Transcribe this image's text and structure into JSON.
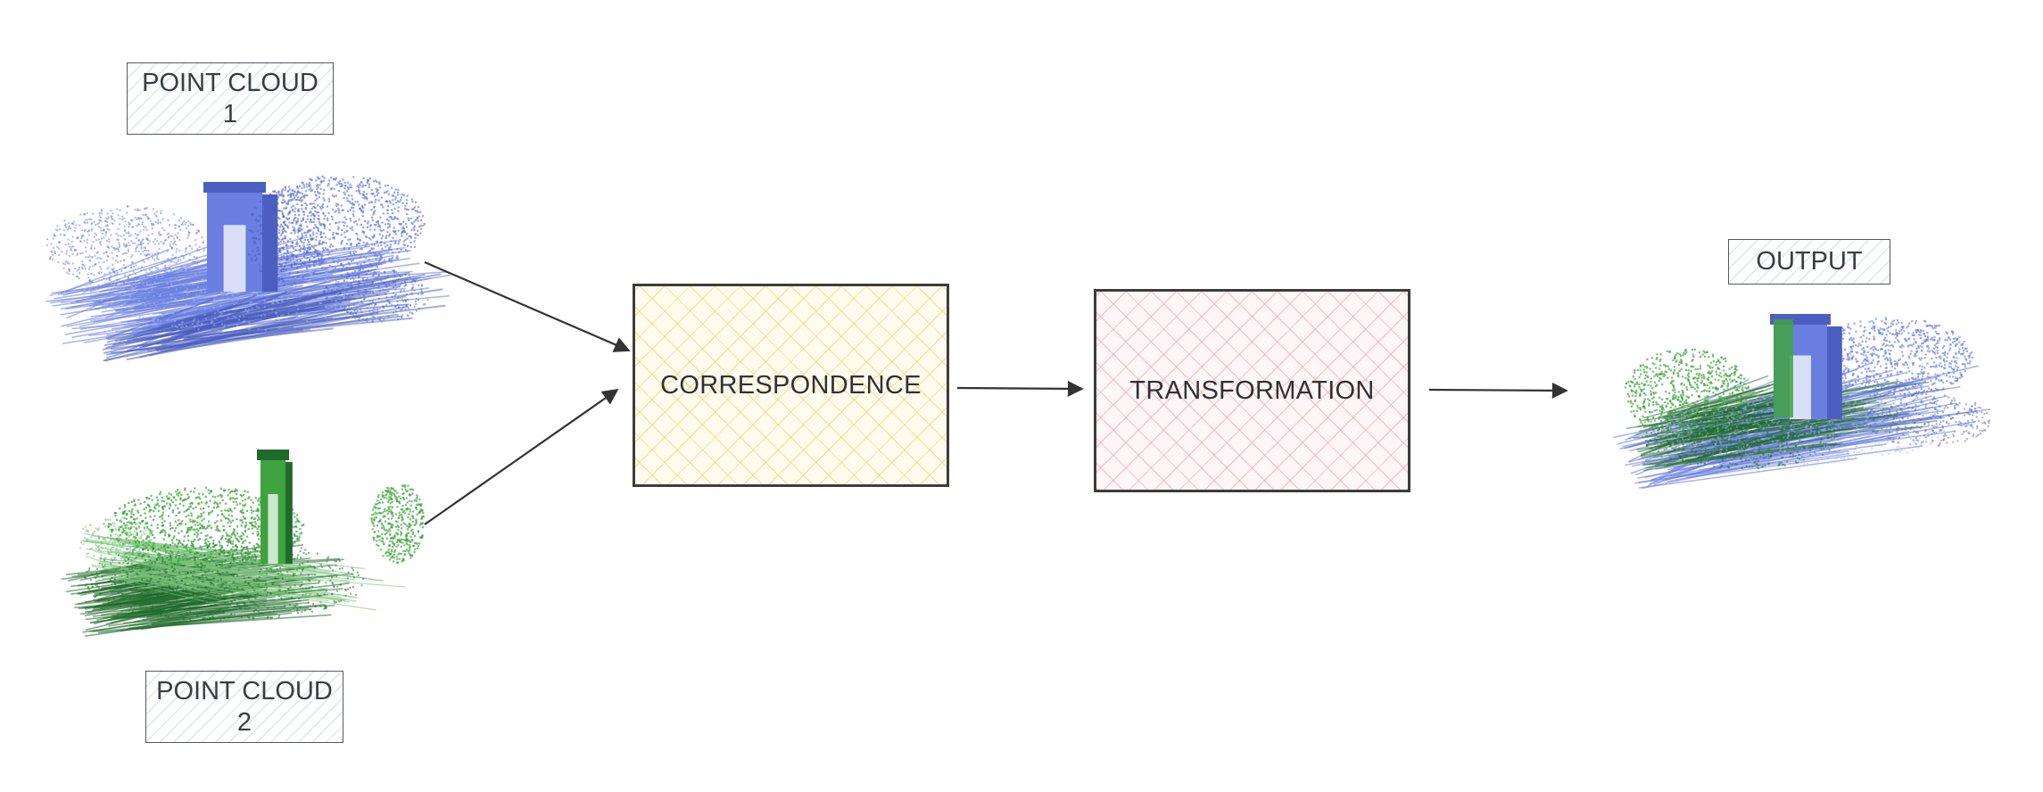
{
  "diagram": {
    "inputs": [
      {
        "label_line1": "POINT CLOUD",
        "label_line2": "1",
        "point_color": "#6a7fe0"
      },
      {
        "label_line1": "POINT CLOUD",
        "label_line2": "2",
        "point_color": "#3fa33f"
      }
    ],
    "stages": [
      {
        "label": "CORRESPONDENCE",
        "hatch_color": "#f0cd6e"
      },
      {
        "label": "TRANSFORMATION",
        "hatch_color": "#f0a0aa"
      }
    ],
    "output": {
      "label": "OUTPUT"
    },
    "colors": {
      "cloud1_blue": "#6a7fe0",
      "cloud2_green": "#3fa33f",
      "cloud2_dark_green": "#1f6b2a",
      "box_border": "#3d3d3d",
      "arrow": "#333333"
    }
  }
}
